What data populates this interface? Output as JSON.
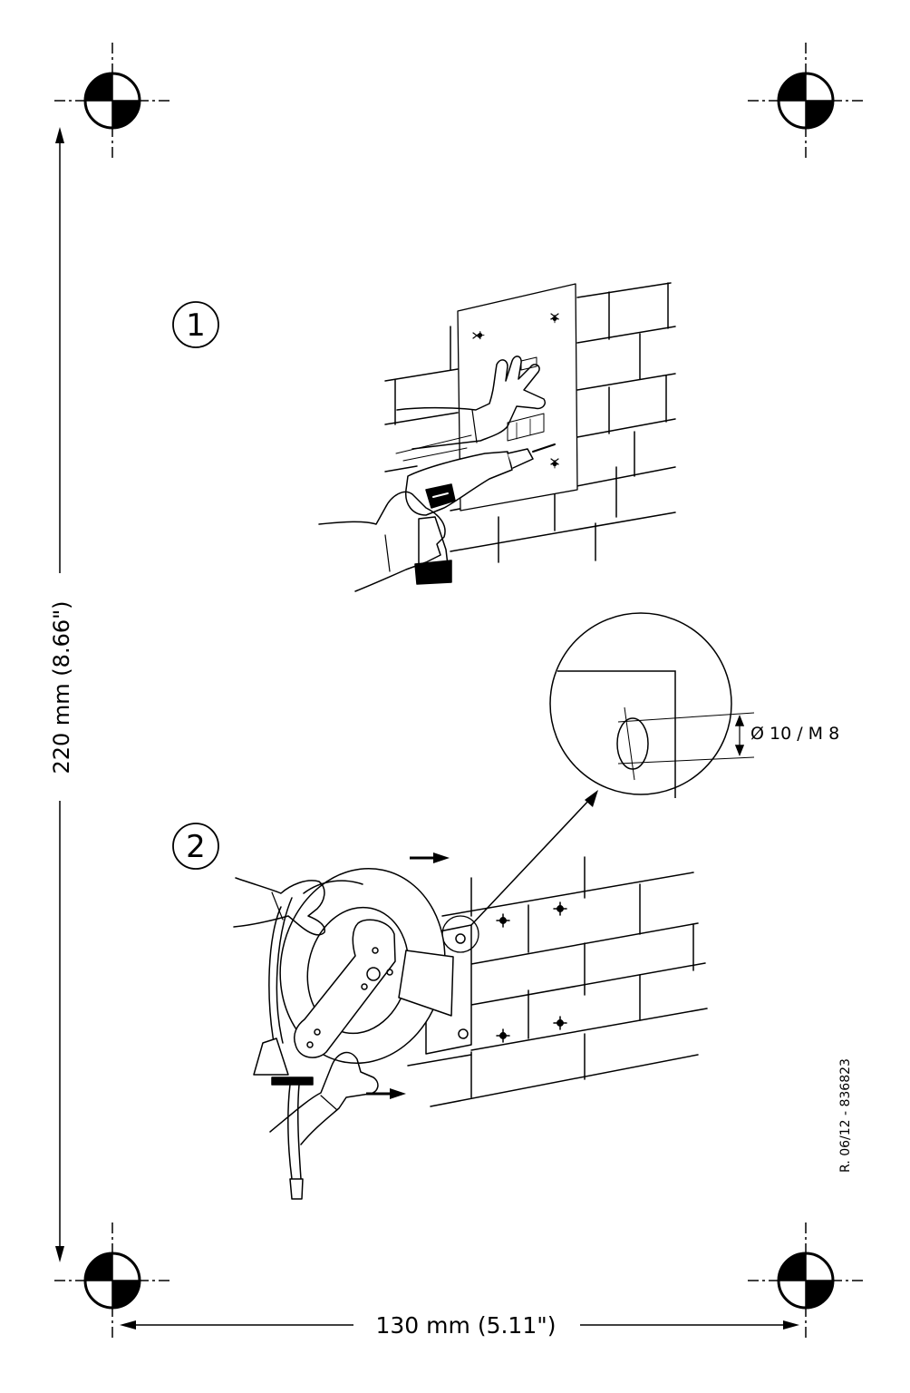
{
  "dimensions": {
    "height_label": "220 mm (8.66\")",
    "width_label": "130 mm (5.11\")"
  },
  "steps": [
    {
      "number": "1"
    },
    {
      "number": "2"
    }
  ],
  "hole_spec": "Ø 10 / M 8",
  "revision_code": "R. 06/12 - 836823",
  "icons": {
    "registration_mark": "crosshair-registration-mark-icon",
    "step_badge": "circled-number-icon",
    "direction_arrow": "right-arrow-icon"
  },
  "colors": {
    "ink": "#000000",
    "paper": "#ffffff"
  }
}
